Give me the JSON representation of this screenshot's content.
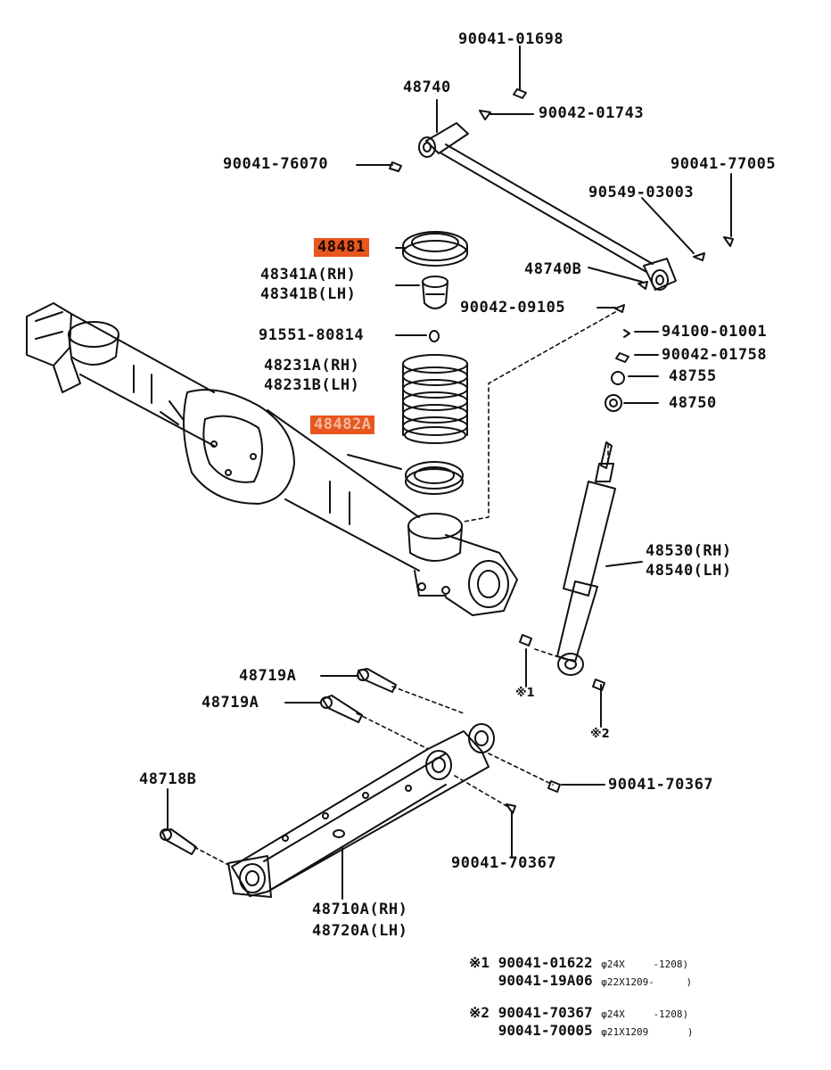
{
  "labels": {
    "p90041_01698": "90041-01698",
    "p48740": "48740",
    "p90042_01743": "90042-01743",
    "p90041_76070": "90041-76070",
    "p90041_77005": "90041-77005",
    "p90549_03003": "90549-03003",
    "p48481": "48481",
    "p48341a": "48341A(RH)",
    "p48341b": "48341B(LH)",
    "p48740b": "48740B",
    "p90042_09105": "90042-09105",
    "p94100": "94100-01001",
    "p91551": "91551-80814",
    "p90042_01758": "90042-01758",
    "p48755": "48755",
    "p48231a": "48231A(RH)",
    "p48231b": "48231B(LH)",
    "p48750": "48750",
    "p48482a": "48482A",
    "p48530": "48530(RH)",
    "p48540": "48540(LH)",
    "p48719a_1": "48719A",
    "p48719a_2": "48719A",
    "p48718b": "48718B",
    "p90041_70367_a": "90041-70367",
    "p90041_70367_b": "90041-70367",
    "p48710a": "48710A(RH)",
    "p48720a": "48720A(LH)"
  },
  "markers": {
    "m1": "※1",
    "m2": "※2"
  },
  "notes": [
    {
      "mark": "※1",
      "rows": [
        {
          "part": "90041-01622",
          "spec": "φ24X",
          "range": "-1208)"
        },
        {
          "part": "90041-19A06",
          "spec": "φ22X1209-",
          "range": ")"
        }
      ]
    },
    {
      "mark": "※2",
      "rows": [
        {
          "part": "90041-70367",
          "spec": "φ24X",
          "range": "-1208)"
        },
        {
          "part": "90041-70005",
          "spec": "φ21X1209",
          "range": ")"
        }
      ]
    }
  ],
  "colors": {
    "highlight": "#e8561f",
    "ink": "#111111"
  }
}
